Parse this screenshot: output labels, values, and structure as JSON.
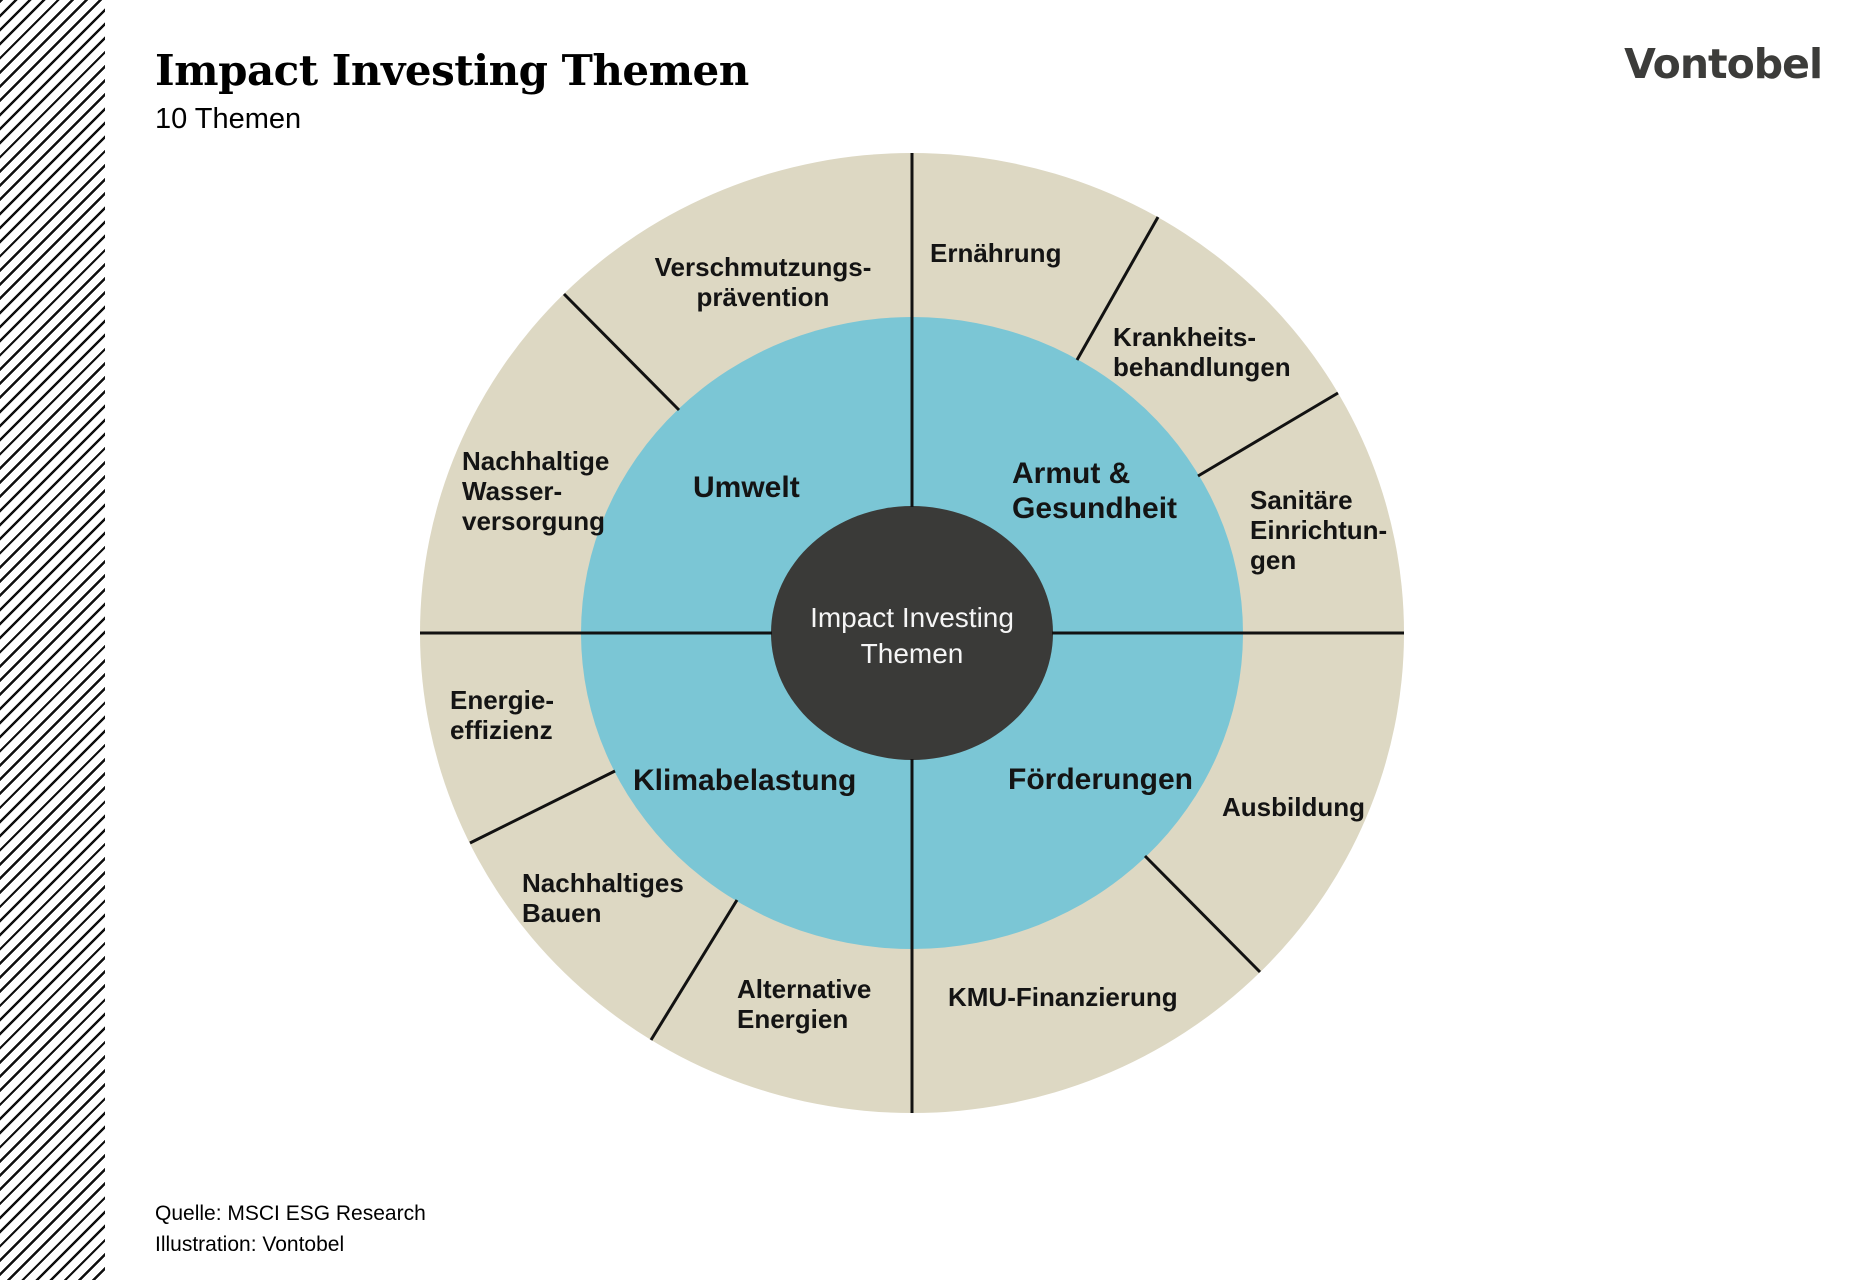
{
  "header": {
    "title": "Impact Investing Themen",
    "subtitle": "10 Themen"
  },
  "logo": {
    "text": "Vontobel"
  },
  "wheel": {
    "center_label": "Impact Investing\nThemen",
    "quadrants": [
      {
        "id": "umwelt",
        "label": "Umwelt",
        "themes": [
          {
            "id": "nachhaltige-wasserversorgung",
            "label": "Nachhaltige\nWasser-\nversorgung"
          },
          {
            "id": "verschmutzungspraevention",
            "label": "Verschmutzungs-\nprävention"
          }
        ]
      },
      {
        "id": "armut-gesundheit",
        "label": "Armut &\nGesundheit",
        "themes": [
          {
            "id": "ernaehrung",
            "label": "Ernährung"
          },
          {
            "id": "krankheitsbehandlungen",
            "label": "Krankheits-\nbehandlungen"
          },
          {
            "id": "sanitaere-einrichtungen",
            "label": "Sanitäre\nEinrichtun-\ngen"
          }
        ]
      },
      {
        "id": "foerderungen",
        "label": "Förderungen",
        "themes": [
          {
            "id": "ausbildung",
            "label": "Ausbildung"
          },
          {
            "id": "kmu-finanzierung",
            "label": "KMU-Finanzierung"
          }
        ]
      },
      {
        "id": "klimabelastung",
        "label": "Klimabelastung",
        "themes": [
          {
            "id": "kmu-finanzierung-side",
            "label": "Alternative\nEnergien"
          },
          {
            "id": "nachhaltiges-bauen",
            "label": "Nachhaltiges\nBauen"
          },
          {
            "id": "energieeffizienz",
            "label": "Energie-\neffizienz"
          }
        ]
      }
    ]
  },
  "footer": {
    "source": "Quelle: MSCI ESG Research",
    "illustration": "Illustration: Vontobel"
  },
  "colors": {
    "outer_ring": "#ddd8c3",
    "inner_ring": "#7bc6d5",
    "center_circle": "#3a3a38",
    "divider_line": "#121212",
    "label_text": "#141414",
    "logo_text": "#3c3c3a",
    "background": "#ffffff"
  }
}
